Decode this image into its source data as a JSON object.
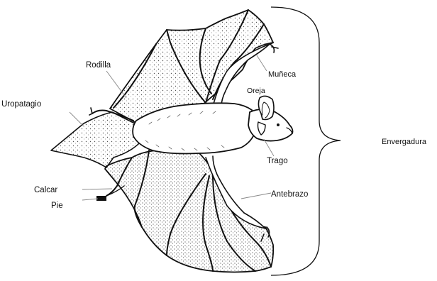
{
  "labels": {
    "rodilla": "Rodilla",
    "munieca": "Muñeca",
    "oreja": "Oreja",
    "uropatagio": "Uropatagio",
    "trago": "Trago",
    "calcar": "Calcar",
    "pie": "Pie",
    "antebrazo": "Antebrazo",
    "envergadura": "Envergadura"
  },
  "colors": {
    "ink": "#111111",
    "stipple": "#555555",
    "background": "#ffffff"
  }
}
